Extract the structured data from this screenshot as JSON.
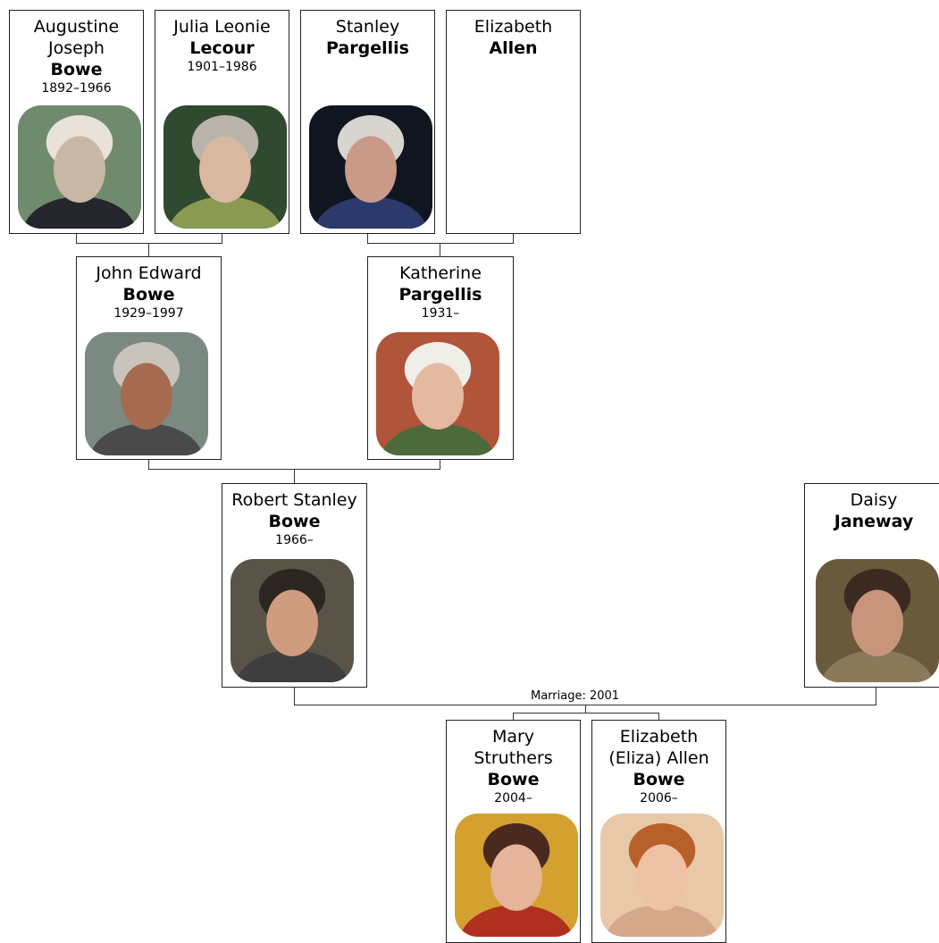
{
  "people": {
    "augustine": {
      "first": [
        "Augustine",
        "Joseph"
      ],
      "surname": "Bowe",
      "years": "1892–1966",
      "photo": "portrait-photo"
    },
    "julia": {
      "first": [
        "Julia Leonie"
      ],
      "surname": "Lecour",
      "years": "1901–1986",
      "photo": "portrait-photo"
    },
    "stanley": {
      "first": [
        "Stanley"
      ],
      "surname": "Pargellis",
      "years": "",
      "photo": "portrait-photo"
    },
    "elizabeth_allen": {
      "first": [
        "Elizabeth"
      ],
      "surname": "Allen",
      "years": "",
      "photo": ""
    },
    "john": {
      "first": [
        "John Edward"
      ],
      "surname": "Bowe",
      "years": "1929–1997",
      "photo": "portrait-photo"
    },
    "katherine": {
      "first": [
        "Katherine"
      ],
      "surname": "Pargellis",
      "years": "1931–",
      "photo": "portrait-photo"
    },
    "robert": {
      "first": [
        "Robert Stanley"
      ],
      "surname": "Bowe",
      "years": "1966–",
      "photo": "portrait-photo"
    },
    "daisy": {
      "first": [
        "Daisy"
      ],
      "surname": "Janeway",
      "years": "",
      "photo": "portrait-photo"
    },
    "mary": {
      "first": [
        "Mary",
        "Struthers"
      ],
      "surname": "Bowe",
      "years": "2004–",
      "photo": "portrait-photo"
    },
    "eliza": {
      "first": [
        "Elizabeth",
        "(Eliza) Allen"
      ],
      "surname": "Bowe",
      "years": "2006–",
      "photo": "portrait-photo"
    }
  },
  "marriage_label": "Marriage: 2001"
}
